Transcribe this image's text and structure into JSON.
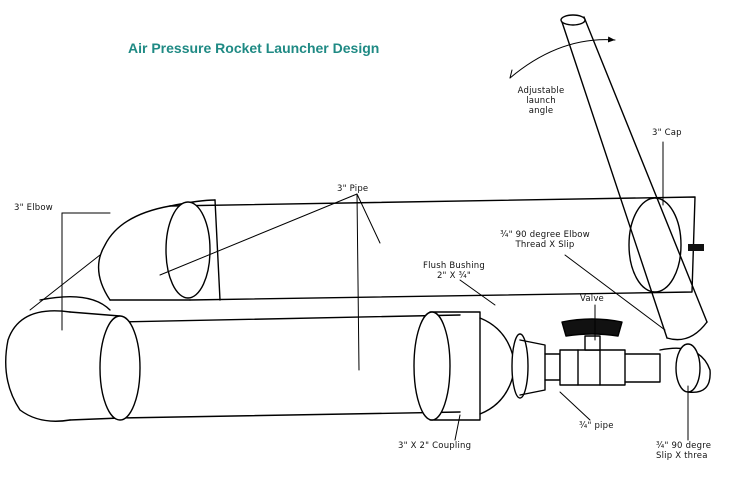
{
  "title": "Air Pressure Rocket Launcher Design",
  "labels": {
    "adjustable_line1": "Adjustable",
    "adjustable_line2": "launch",
    "adjustable_line3": "angle",
    "cap": "3\" Cap",
    "pipe": "3\" Pipe",
    "elbow": "3\" Elbow",
    "elbow34_line1": "¾\" 90 degree Elbow",
    "elbow34_line2": "Thread X Slip",
    "flush_line1": "Flush Bushing",
    "flush_line2": "2\" X ¾\"",
    "valve": "Valve",
    "coupling": "3\" X 2\" Coupling",
    "pipe34": "¾\" pipe",
    "elbow90_line1": "¾\" 90 degre",
    "elbow90_line2": "Slip X threa"
  },
  "colors": {
    "title": "#1f8a84",
    "line": "#000000",
    "valve_handle": "#111111"
  }
}
